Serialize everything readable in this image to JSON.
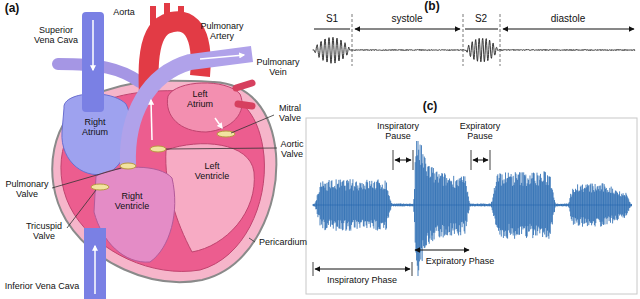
{
  "diagram": {
    "labels": [
      "(a)",
      "Aorta",
      "Superior Vena Cava",
      "Pulmonary Artery",
      "Pulmonary Vein",
      "Left Atrium",
      "Mitral Valve",
      "Right Atrium",
      "Aortic Valve",
      "Left Ventricle",
      "Pulmonary Valve",
      "Right Ventricle",
      "Tricuspid Valve",
      "Pericardium",
      "Inferior Vena Cava",
      "(b)",
      "S1",
      "systole",
      "S2",
      "diastole",
      "(c)",
      "Inspiratory Pause",
      "Expiratory Pause",
      "Inspiratory Phase",
      "Expiratory Phase"
    ]
  }
}
